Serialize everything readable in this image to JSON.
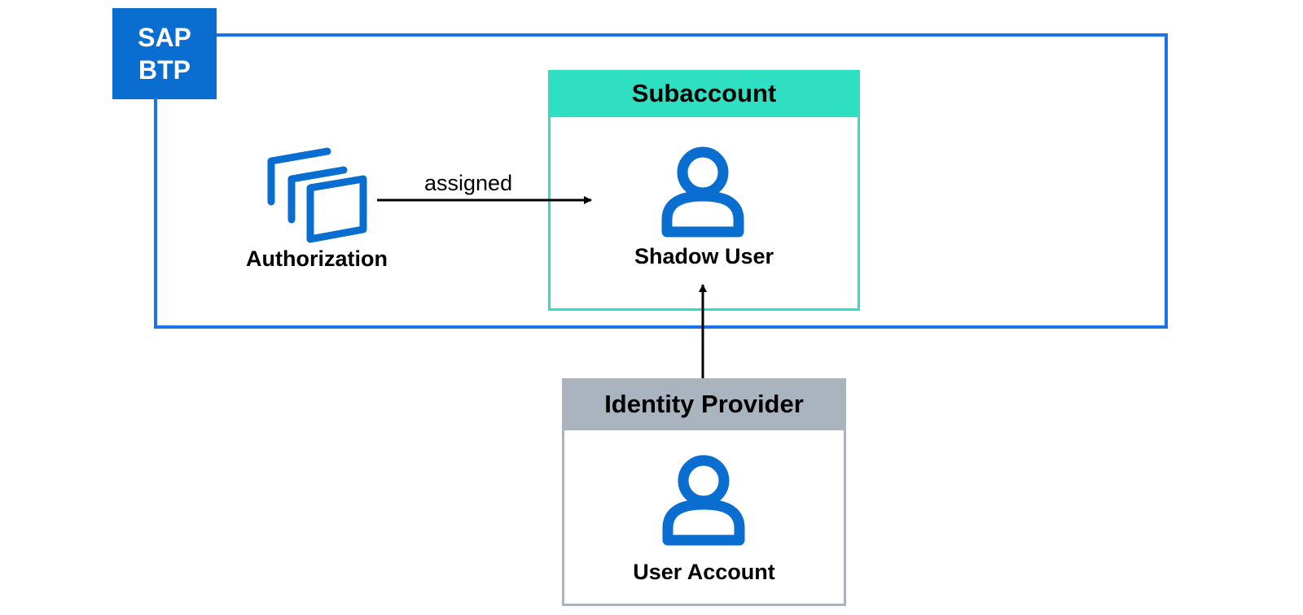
{
  "platform": {
    "badge_line1": "SAP",
    "badge_line2": "BTP"
  },
  "authorization": {
    "label": "Authorization",
    "icon": "authorization-stack-icon"
  },
  "connector": {
    "assigned_label": "assigned"
  },
  "subaccount": {
    "title": "Subaccount",
    "user_label": "Shadow User",
    "icon": "user-icon"
  },
  "identity_provider": {
    "title": "Identity Provider",
    "user_label": "User Account",
    "icon": "user-icon"
  },
  "colors": {
    "btp_blue": "#1a73e8",
    "badge_blue": "#0a6ed1",
    "icon_blue": "#0a6ed1",
    "subaccount_teal": "#2ee0c1",
    "idp_gray": "#a9b4be",
    "arrow": "#000000"
  }
}
